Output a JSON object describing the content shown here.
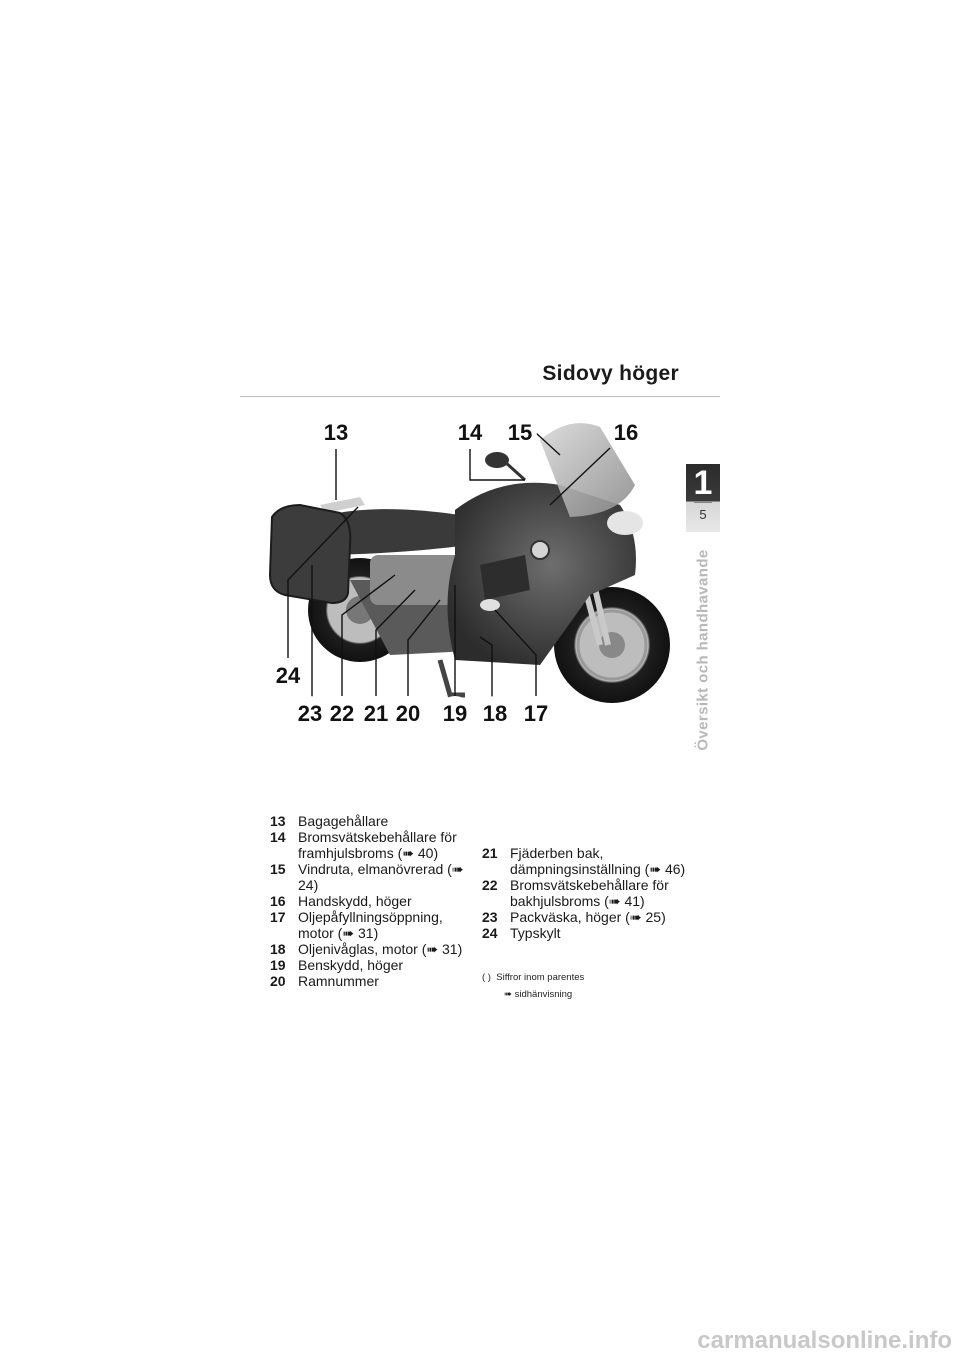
{
  "page": {
    "title": "Sidovy höger",
    "chapter_number": "1",
    "page_number": "5",
    "chapter_title": "Översikt och handhavande"
  },
  "callouts": [
    "13",
    "14",
    "15",
    "16",
    "24",
    "23",
    "22",
    "21",
    "20",
    "19",
    "18",
    "17"
  ],
  "items_left": [
    {
      "num": "13",
      "text": "Bagagehållare",
      "ref": ""
    },
    {
      "num": "14",
      "text": "Bromsvätskebehållare för framhjulsbroms",
      "ref": "40"
    },
    {
      "num": "15",
      "text": "Vindruta, elmanövrerad",
      "ref": "24"
    },
    {
      "num": "16",
      "text": "Handskydd, höger",
      "ref": ""
    },
    {
      "num": "17",
      "text": "Oljepåfyllningsöppning, motor",
      "ref": "31"
    },
    {
      "num": "18",
      "text": "Oljenivåglas, motor",
      "ref": "31"
    },
    {
      "num": "19",
      "text": "Benskydd, höger",
      "ref": ""
    },
    {
      "num": "20",
      "text": "Ramnummer",
      "ref": ""
    }
  ],
  "items_right": [
    {
      "num": "21",
      "text": "Fjäderben bak, dämpningsinställning",
      "ref": "46"
    },
    {
      "num": "22",
      "text": "Bromsvätskebehållare för bakhjulsbroms",
      "ref": "41"
    },
    {
      "num": "23",
      "text": "Packväska, höger",
      "ref": "25"
    },
    {
      "num": "24",
      "text": "Typskylt",
      "ref": ""
    }
  ],
  "legend": {
    "paren_symbol": "( )",
    "paren_text": "Siffror inom parentes",
    "arrow_symbol": "➠",
    "arrow_text": "sidhänvisning"
  },
  "watermark": "carmanualsonline.info"
}
